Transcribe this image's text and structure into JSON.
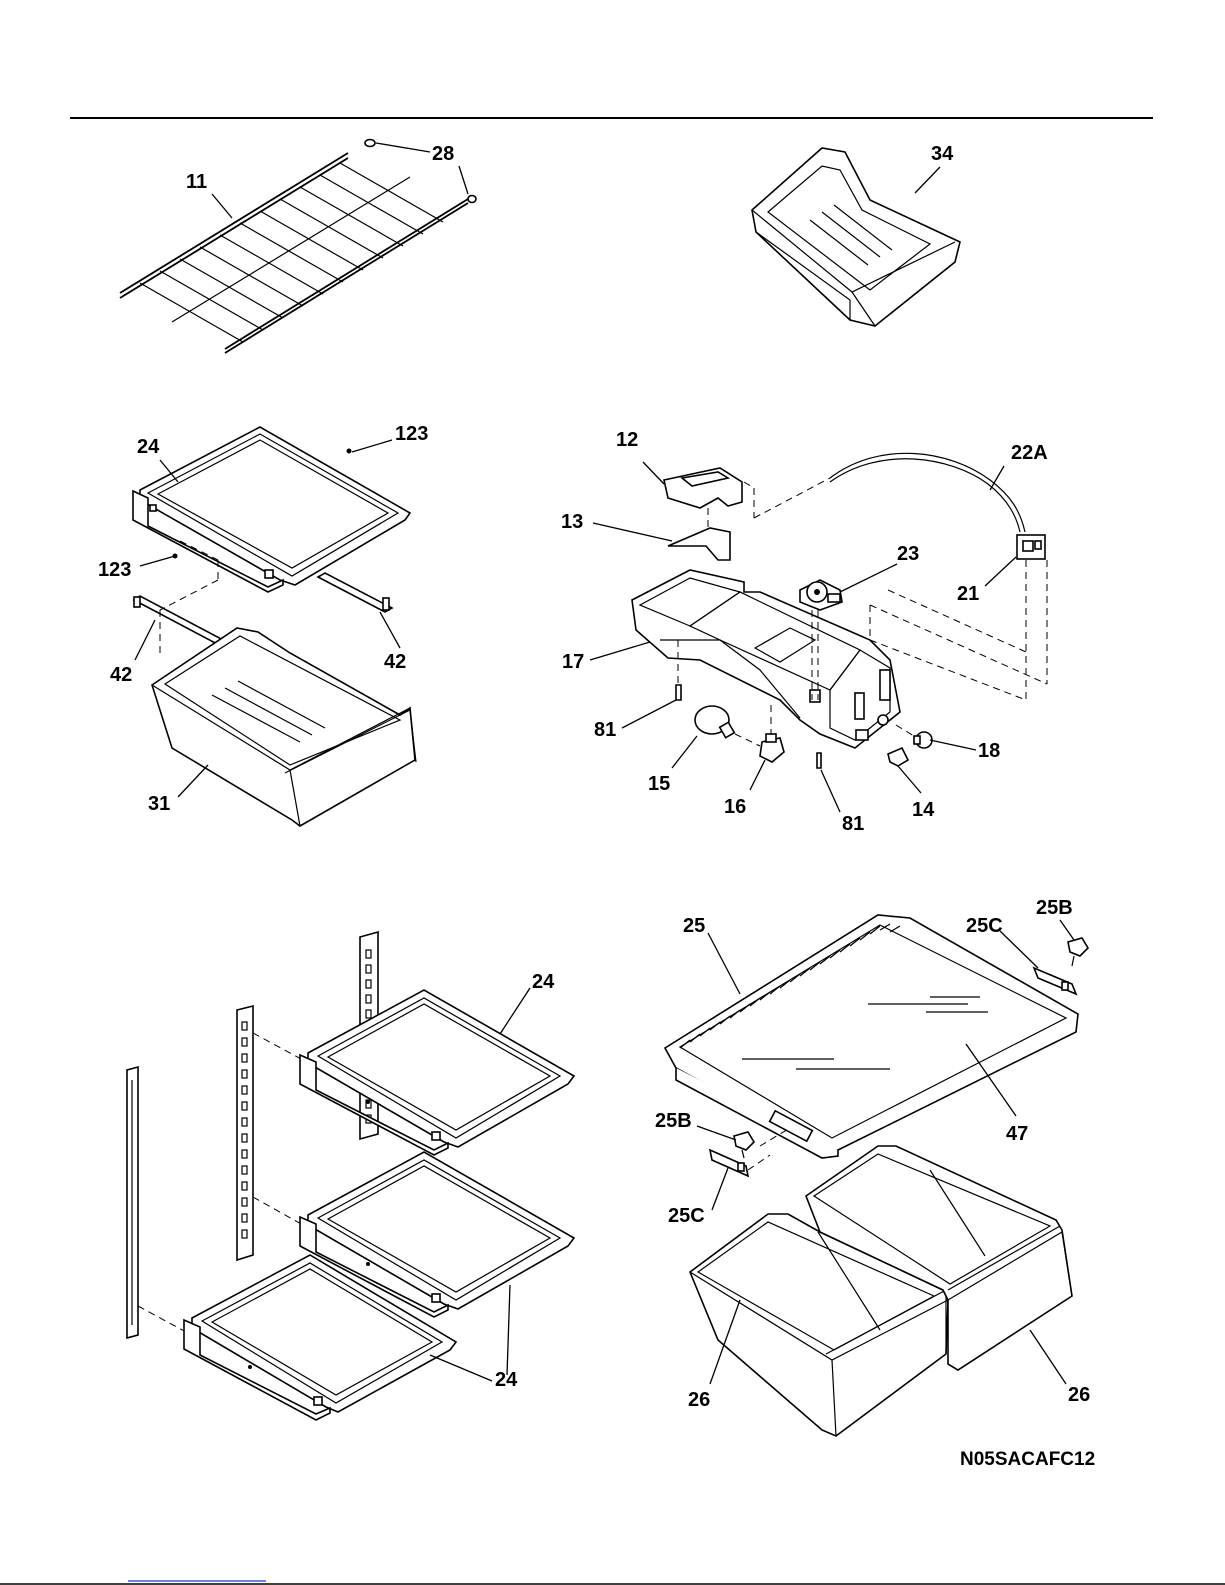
{
  "callouts": {
    "c11": "11",
    "c28": "28",
    "c34": "34",
    "c24a": "24",
    "c123a": "123",
    "c123b": "123",
    "c42a": "42",
    "c42b": "42",
    "c31": "31",
    "c12": "12",
    "c13": "13",
    "c22a": "22A",
    "c23": "23",
    "c21": "21",
    "c17": "17",
    "c81a": "81",
    "c81b": "81",
    "c15": "15",
    "c16": "16",
    "c18": "18",
    "c14": "14",
    "c24b": "24",
    "c24c": "24",
    "c24d": "24",
    "c25": "25",
    "c25b_top": "25B",
    "c25c_top": "25C",
    "c25b_left": "25B",
    "c25c_left": "25C",
    "c47": "47",
    "c26a": "26",
    "c26b": "26"
  },
  "diagram_code": "N05SACAFC12"
}
